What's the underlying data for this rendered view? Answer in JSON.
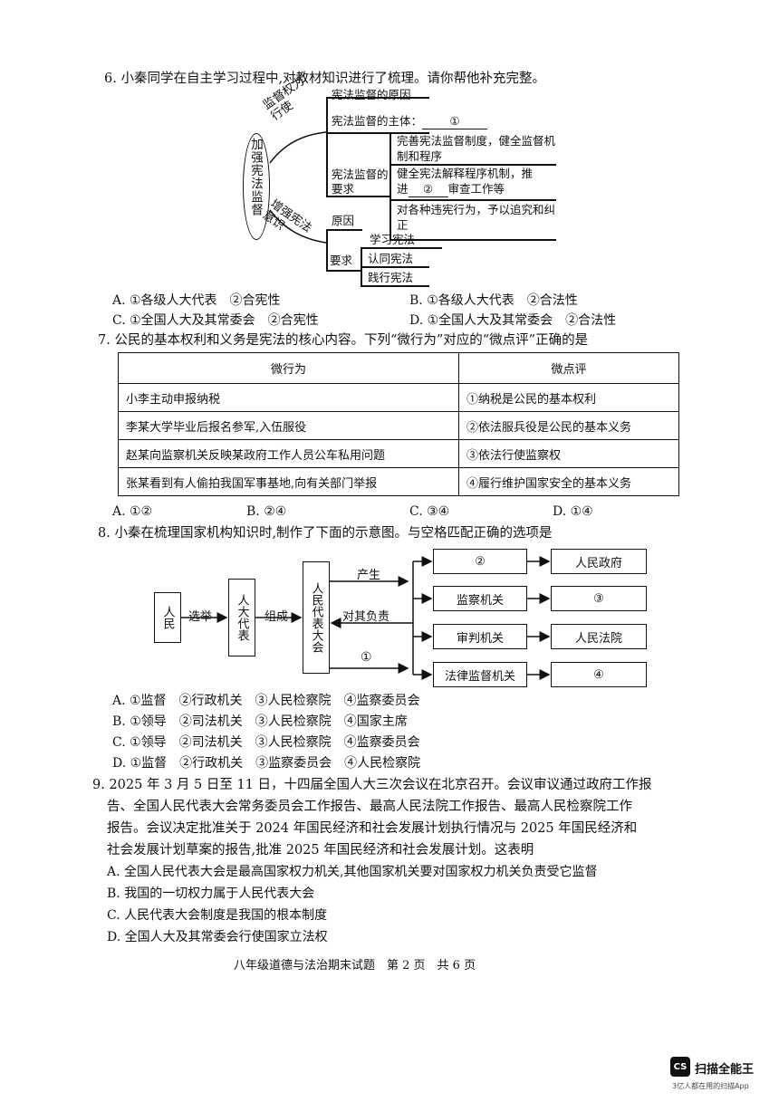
{
  "q6": {
    "stem": "6. 小秦同学在自主学习过程中,对教材知识进行了梳理。请你帮他补充完整。",
    "center": "加强宪法监督",
    "branch1": "监督权力行使",
    "branch2": "增强宪法意识",
    "reason": "宪法监督的原因",
    "subject": "宪法监督的主体：",
    "blank1": "①",
    "req_label": "宪法监督的要求",
    "req1": "完善宪法监督制度，健全监督机制和程序",
    "req2a": "健全宪法解释程序机制，推",
    "req2b_pre": "进",
    "blank2": "②",
    "req2b_post": "审查工作等",
    "req3": "对各种违宪行为，予以追究和纠正",
    "reason2": "原因",
    "require2": "要求",
    "learn": "学习宪法",
    "identify": "认同宪法",
    "practice": "践行宪法",
    "options": [
      "A. ①各级人大代表　②合宪性",
      "B. ①各级人大代表　②合法性",
      "C. ①全国人大及其常委会　②合宪性",
      "D. ①全国人大及其常委会　②合法性"
    ]
  },
  "q7": {
    "stem": "7. 公民的基本权利和义务是宪法的核心内容。下列“微行为”对应的“微点评”正确的是",
    "headers": [
      "微行为",
      "微点评"
    ],
    "rows": [
      [
        "小李主动申报纳税",
        "①纳税是公民的基本权利"
      ],
      [
        "李某大学毕业后报名参军,入伍服役",
        "②依法服兵役是公民的基本义务"
      ],
      [
        "赵某向监察机关反映某政府工作人员公车私用问题",
        "③依法行使监察权"
      ],
      [
        "张某看到有人偷拍我国军事基地,向有关部门举报",
        "④履行维护国家安全的基本义务"
      ]
    ],
    "options": [
      "A. ①②",
      "B. ②④",
      "C. ③④",
      "D. ①④"
    ]
  },
  "q8": {
    "stem": "8. 小秦在梳理国家机构知识时,制作了下面的示意图。与空格匹配正确的选项是",
    "people": "人民",
    "elect": "选举",
    "deputies": "人大代表",
    "form": "组成",
    "congress": "人民代表大会",
    "produce": "产生",
    "responsible": "对其负责",
    "blank1": "①",
    "mid": [
      "②",
      "监察机关",
      "审判机关",
      "法律监督机关"
    ],
    "right": [
      "人民政府",
      "③",
      "人民法院",
      "④"
    ],
    "options": [
      "A. ①监督　②行政机关　③人民检察院　④监察委员会",
      "B. ①领导　②司法机关　③人民检察院　④国家主席",
      "C. ①领导　②司法机关　③人民检察院　④监察委员会",
      "D. ①监督　②行政机关　③监察委员会　④人民检察院"
    ]
  },
  "q9": {
    "line1": "9. 2025 年 3 月 5 日至 11 日，十四届全国人大三次会议在北京召开。会议审议通过政府工作报",
    "line2": "告、全国人民代表大会常务委员会工作报告、最高人民法院工作报告、最高人民检察院工作",
    "line3": "报告。会议决定批准关于 2024 年国民经济和社会发展计划执行情况与 2025 年国民经济和",
    "line4": "社会发展计划草案的报告,批准 2025 年国民经济和社会发展计划。这表明",
    "options": [
      "A. 全国人民代表大会是最高国家权力机关,其他国家机关要对国家权力机关负责受它监督",
      "B. 我国的一切权力属于人民代表大会",
      "C. 人民代表大会制度是我国的根本制度",
      "D. 全国人大及其常委会行使国家立法权"
    ]
  },
  "footer": "八年级道德与法治期末试题　第 2 页　共 6 页",
  "watermark": {
    "logo": "CS",
    "name": "扫描全能王",
    "sub": "3亿人都在用的扫描App"
  }
}
